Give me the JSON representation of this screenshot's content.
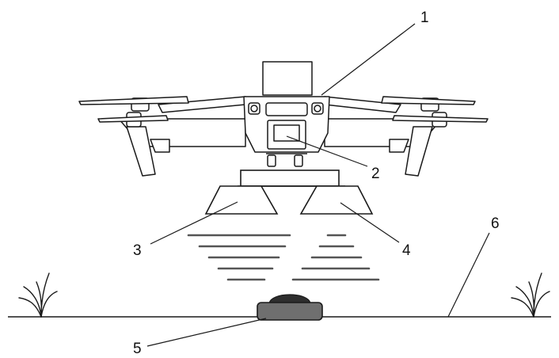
{
  "labels": {
    "drone": "1",
    "camera": "2",
    "transmitter": "3",
    "receiver": "4",
    "buried_object": "5",
    "ground": "6"
  },
  "colors": {
    "line": "#1a1a1a",
    "fill": "#ffffff",
    "object_body": "#6f6f6f",
    "object_top": "#2e2e2e",
    "wave": "#555555"
  }
}
